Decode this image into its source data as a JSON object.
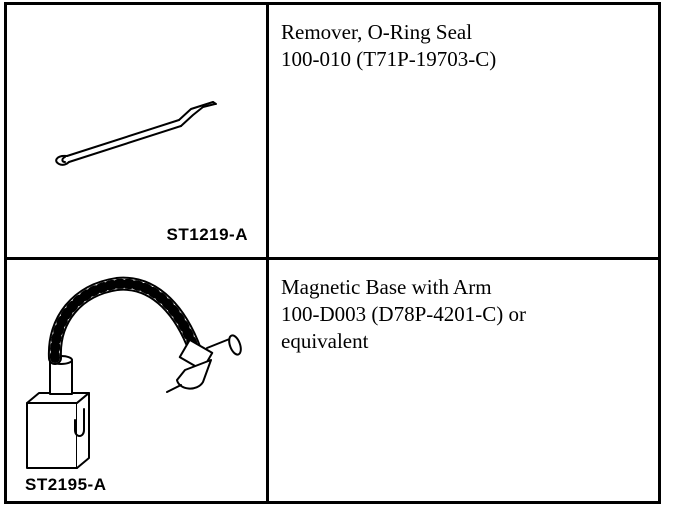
{
  "tools": [
    {
      "illustration_code": "ST1219-A",
      "icon": "o-ring-seal-remover-icon",
      "description_lines": [
        "Remover, O-Ring Seal",
        "100-010 (T71P-19703-C)"
      ]
    },
    {
      "illustration_code": "ST2195-A",
      "icon": "magnetic-base-with-arm-icon",
      "description_lines": [
        "Magnetic Base with Arm",
        "100-D003 (D78P-4201-C) or",
        "equivalent"
      ]
    }
  ]
}
